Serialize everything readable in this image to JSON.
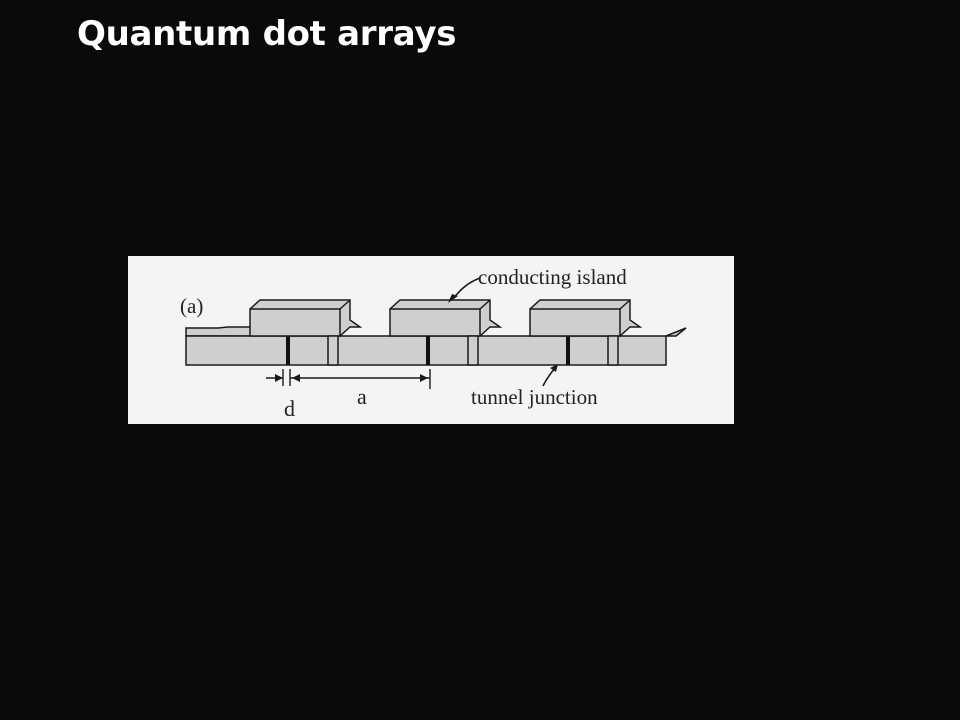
{
  "slide": {
    "title": "Quantum dot arrays"
  },
  "figure": {
    "panel_label": "(a)",
    "labels": {
      "island": "conducting island",
      "junction": "tunnel junction",
      "gap": "d",
      "period": "a"
    },
    "colors": {
      "background": "#f4f4f4",
      "material_fill": "#cfcfcf",
      "outline": "#1a1a1a",
      "text": "#222222"
    }
  }
}
